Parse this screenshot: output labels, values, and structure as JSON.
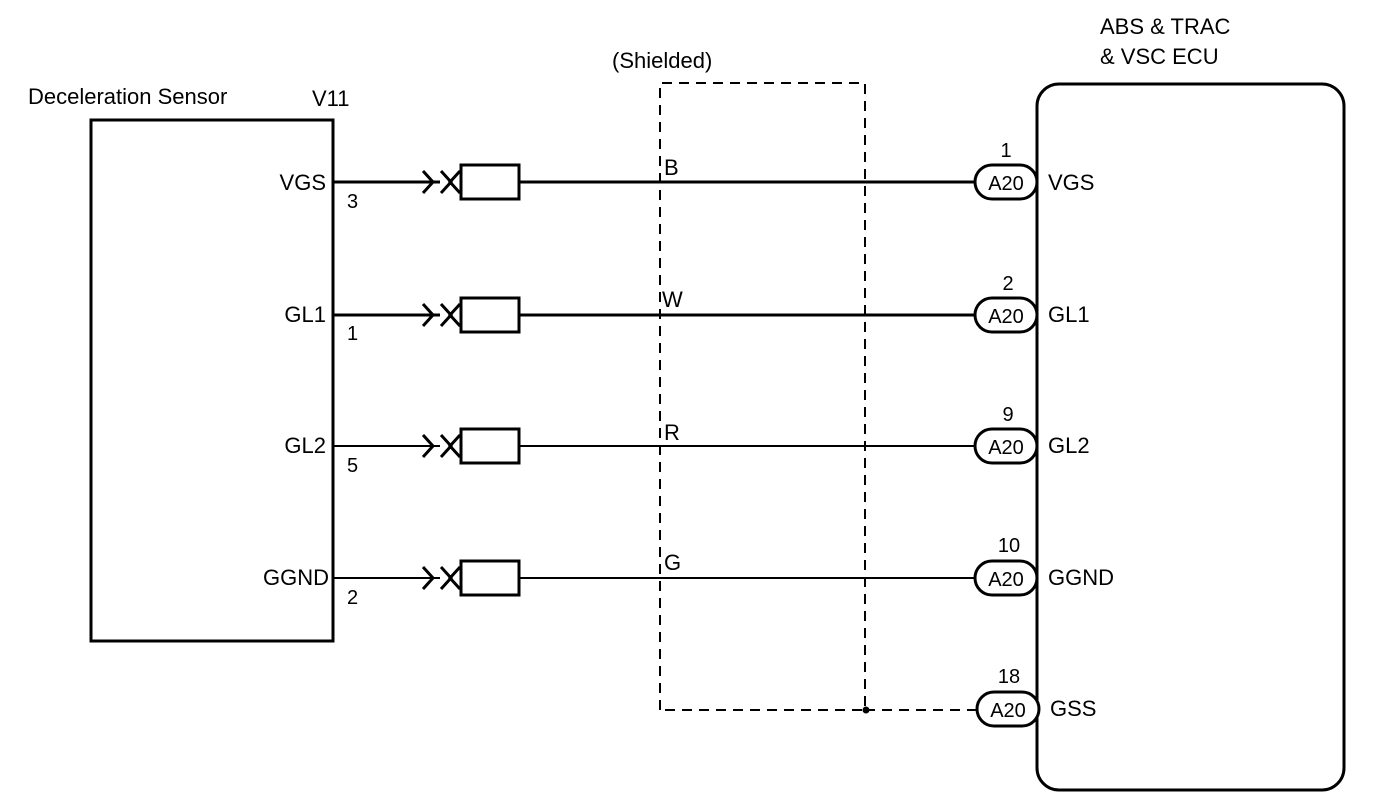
{
  "sensor": {
    "title": "Deceleration Sensor",
    "code": "V11"
  },
  "ecu": {
    "title_line1": "ABS & TRAC",
    "title_line2": "& VSC ECU"
  },
  "shield": {
    "label": "(Shielded)"
  },
  "connector_code": "A20",
  "wires": [
    {
      "sensor_pin_label": "VGS",
      "sensor_pin_number": "3",
      "color": "B",
      "ecu_pin_number": "1",
      "ecu_pin_label": "VGS"
    },
    {
      "sensor_pin_label": "GL1",
      "sensor_pin_number": "1",
      "color": "W",
      "ecu_pin_number": "2",
      "ecu_pin_label": "GL1"
    },
    {
      "sensor_pin_label": "GL2",
      "sensor_pin_number": "5",
      "color": "R",
      "ecu_pin_number": "9",
      "ecu_pin_label": "GL2"
    },
    {
      "sensor_pin_label": "GGND",
      "sensor_pin_number": "2",
      "color": "G",
      "ecu_pin_number": "10",
      "ecu_pin_label": "GGND"
    }
  ],
  "shield_ground": {
    "ecu_pin_number": "18",
    "ecu_pin_label": "GSS"
  }
}
